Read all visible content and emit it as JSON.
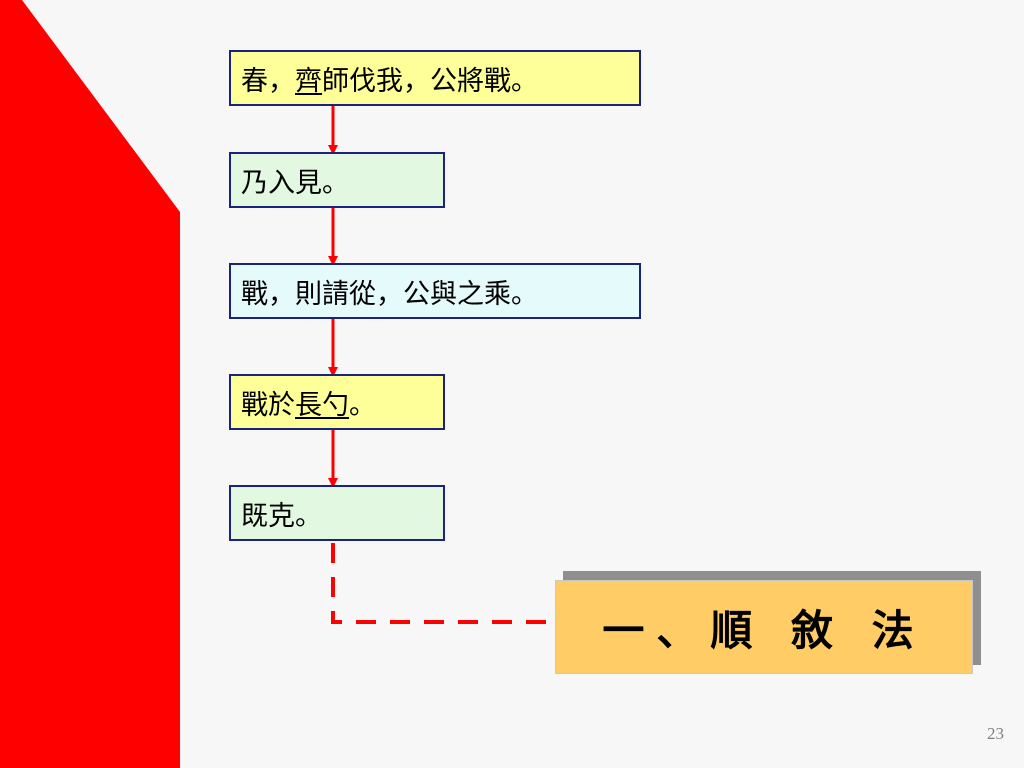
{
  "colors": {
    "background": "#f7f7f7",
    "accent_red": "#ff0000",
    "box_border": "#1a237e",
    "yellow_box": "#ffff99",
    "green_box": "#e2f8e0",
    "cyan_box": "#e4fafb",
    "method_box": "#ffcc66"
  },
  "flow": {
    "steps": [
      {
        "parts": [
          "春，",
          "齊",
          "師伐我，公將戰。"
        ]
      },
      {
        "text": "乃入見。"
      },
      {
        "text": "戰，則請從，公與之乘。"
      },
      {
        "parts": [
          "戰於",
          "長勺",
          "。"
        ]
      },
      {
        "text": "既克。"
      }
    ]
  },
  "method": {
    "label": "一、順 敘 法"
  },
  "page_number": "23"
}
